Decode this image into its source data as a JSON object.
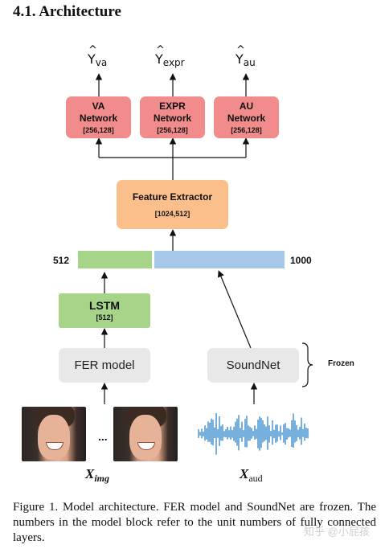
{
  "section_title": "4.1. Architecture",
  "outputs": [
    {
      "symbol": "Y",
      "hat": "^",
      "sub": "va"
    },
    {
      "symbol": "Y",
      "hat": "^",
      "sub": "expr"
    },
    {
      "symbol": "Y",
      "hat": "^",
      "sub": "au"
    }
  ],
  "networks": [
    {
      "line1": "VA",
      "line2": "Network",
      "dims": "[256,128]"
    },
    {
      "line1": "EXPR",
      "line2": "Network",
      "dims": "[256,128]"
    },
    {
      "line1": "AU",
      "line2": "Network",
      "dims": "[256,128]"
    }
  ],
  "feature_extractor": {
    "title": "Feature Extractor",
    "dims": "[1024,512]"
  },
  "concat": {
    "left_label": "512",
    "right_label": "1000"
  },
  "lstm": {
    "title": "LSTM",
    "dims": "[512]"
  },
  "fer_model": {
    "title": "FER model"
  },
  "soundnet": {
    "title": "SoundNet"
  },
  "frozen_label": "Frozen",
  "frame_dots": "...",
  "inputs": {
    "img": {
      "symbol": "X",
      "sub": "img"
    },
    "aud": {
      "symbol": "X",
      "sub": "aud"
    }
  },
  "caption": "Figure 1. Model architecture. FER model and SoundNet are frozen. The numbers in the model block refer to the unit numbers of fully connected layers.",
  "watermark": "知乎 @小屁孩",
  "colors": {
    "network": "#f28c8c",
    "feature_extractor": "#fbbf8c",
    "lstm": "#a6d58a",
    "frozen_module": "#e8e8e8",
    "bar_512": "#a6d58a",
    "bar_1000": "#a7c8e8",
    "waveform": "#2e86c9"
  }
}
